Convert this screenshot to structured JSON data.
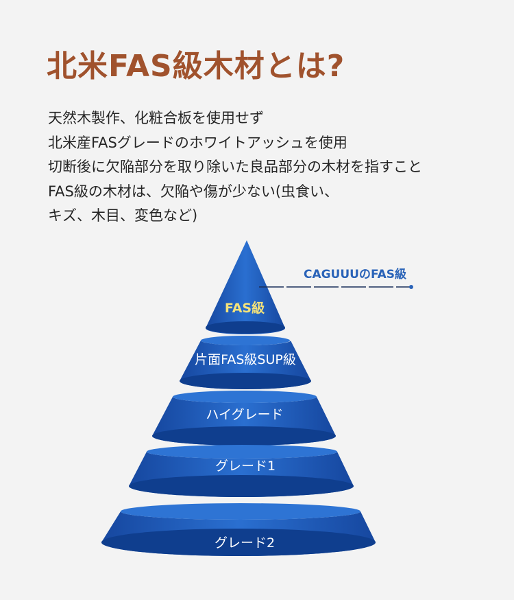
{
  "title": "北米FAS級木材とは?",
  "description": [
    "天然木製作、化粧合板を使用せず",
    "北米産FASグレードのホワイトアッシュを使用",
    "切断後に欠陥部分を取り除いた良品部分の木材を指すこと",
    "FAS級の木材は、欠陥や傷が少ない(虫食い、",
    "キズ、木目、変色など)"
  ],
  "callout": "CAGUUUのFAS級",
  "tiers": [
    {
      "label": "FAS級"
    },
    {
      "label": "片面FAS級SUP級"
    },
    {
      "label": "ハイグレード"
    },
    {
      "label": "グレード1"
    },
    {
      "label": "グレード2"
    }
  ],
  "colors": {
    "title": "#a0522d",
    "tier_fill": "#1f5fbf",
    "tier_dark": "#0f3e8e",
    "top_label": "#f4e27a",
    "callout": "#2a63b8"
  }
}
